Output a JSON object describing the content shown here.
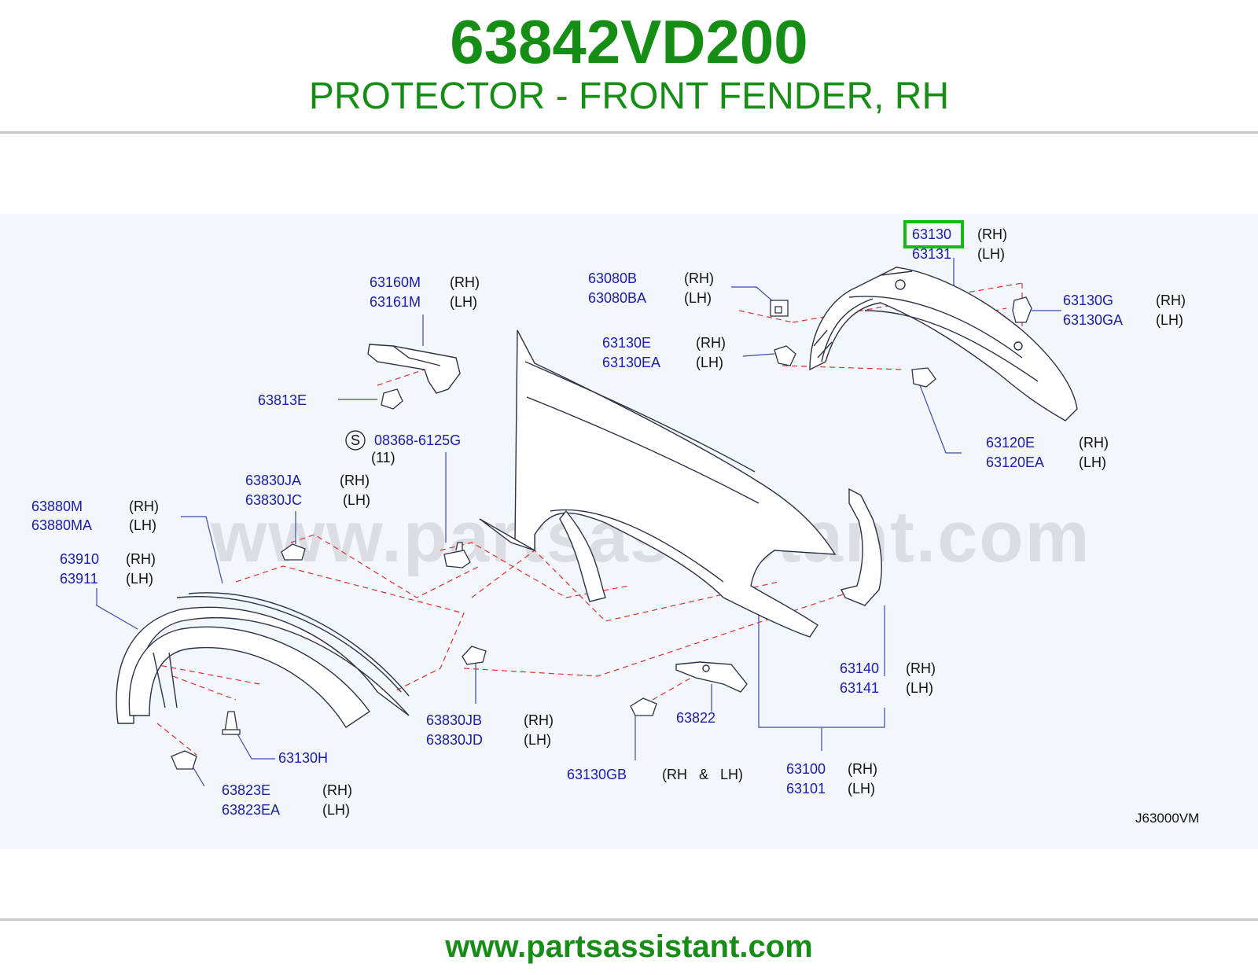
{
  "header": {
    "part_number": "63842VD200",
    "description": "PROTECTOR - FRONT FENDER, RH"
  },
  "watermark": "www.partsassistant.com",
  "footer": {
    "url": "www.partsassistant.com"
  },
  "diagram_ref": "J63000VM",
  "colors": {
    "brand_green": "#168e16",
    "label_blue": "#1a1ab4",
    "highlight_box": "#11bb11",
    "dash_red": "#e03030"
  },
  "labels": {
    "p63130": "63130",
    "p63130_side": "(RH)",
    "p63131": "63131",
    "p63131_side": "(LH)",
    "p63160M": "63160M",
    "p63160M_side": "(RH)",
    "p63161M": "63161M",
    "p63161M_side": "(LH)",
    "p63080B": "63080B",
    "p63080B_side": "(RH)",
    "p63080BA": "63080BA",
    "p63080BA_side": "(LH)",
    "p63130G": "63130G",
    "p63130G_side": "(RH)",
    "p63130GA": "63130GA",
    "p63130GA_side": "(LH)",
    "p63130E": "63130E",
    "p63130E_side": "(RH)",
    "p63130EA": "63130EA",
    "p63130EA_side": "(LH)",
    "p63813E": "63813E",
    "s_mark": "S",
    "p08368": "08368-6125G",
    "p08368_qty": "(11)",
    "p63120E": "63120E",
    "p63120E_side": "(RH)",
    "p63120EA": "63120EA",
    "p63120EA_side": "(LH)",
    "p63830JA": "63830JA",
    "p63830JA_side": "(RH)",
    "p63830JC": "63830JC",
    "p63830JC_side": "(LH)",
    "p63880M": "63880M",
    "p63880M_side": "(RH)",
    "p63880MA": "63880MA",
    "p63880MA_side": "(LH)",
    "p63910": "63910",
    "p63910_side": "(RH)",
    "p63911": "63911",
    "p63911_side": "(LH)",
    "p63140": "63140",
    "p63140_side": "(RH)",
    "p63141": "63141",
    "p63141_side": "(LH)",
    "p63830JB": "63830JB",
    "p63830JB_side": "(RH)",
    "p63830JD": "63830JD",
    "p63830JD_side": "(LH)",
    "p63822": "63822",
    "p63130H": "63130H",
    "p63130GB": "63130GB",
    "p63130GB_side": "(RH   &   LH)",
    "p63100": "63100",
    "p63100_side": "(RH)",
    "p63101": "63101",
    "p63101_side": "(LH)",
    "p63823E": "63823E",
    "p63823E_side": "(RH)",
    "p63823EA": "63823EA",
    "p63823EA_side": "(LH)"
  }
}
